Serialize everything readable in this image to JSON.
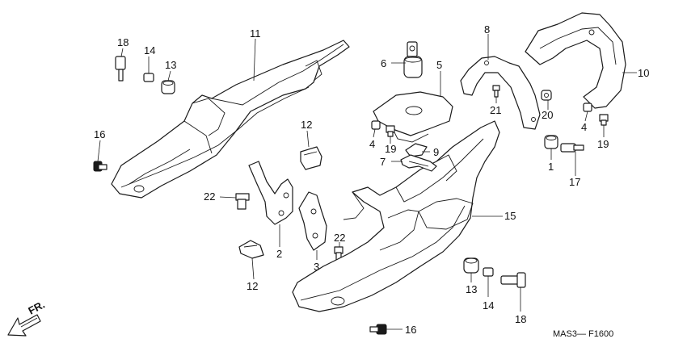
{
  "callouts": [
    {
      "id": "c18a",
      "text": "18"
    },
    {
      "id": "c14a",
      "text": "14"
    },
    {
      "id": "c13a",
      "text": "13"
    },
    {
      "id": "c11",
      "text": "11"
    },
    {
      "id": "c16a",
      "text": "16"
    },
    {
      "id": "c12a",
      "text": "12"
    },
    {
      "id": "c22a",
      "text": "22"
    },
    {
      "id": "c2",
      "text": "2"
    },
    {
      "id": "c12b",
      "text": "12"
    },
    {
      "id": "c3",
      "text": "3"
    },
    {
      "id": "c22b",
      "text": "22"
    },
    {
      "id": "c6",
      "text": "6"
    },
    {
      "id": "c5",
      "text": "5"
    },
    {
      "id": "c8",
      "text": "8"
    },
    {
      "id": "c10",
      "text": "10"
    },
    {
      "id": "c21",
      "text": "21"
    },
    {
      "id": "c20",
      "text": "20"
    },
    {
      "id": "c4a",
      "text": "4"
    },
    {
      "id": "c19a",
      "text": "19"
    },
    {
      "id": "c9",
      "text": "9"
    },
    {
      "id": "c7",
      "text": "7"
    },
    {
      "id": "c4b",
      "text": "4"
    },
    {
      "id": "c19b",
      "text": "19"
    },
    {
      "id": "c1",
      "text": "1"
    },
    {
      "id": "c17",
      "text": "17"
    },
    {
      "id": "c15",
      "text": "15"
    },
    {
      "id": "c13b",
      "text": "13"
    },
    {
      "id": "c14b",
      "text": "14"
    },
    {
      "id": "c18b",
      "text": "18"
    },
    {
      "id": "c16b",
      "text": "16"
    }
  ],
  "direction_label": "FR.",
  "figure_code": "MAS3— F1600"
}
